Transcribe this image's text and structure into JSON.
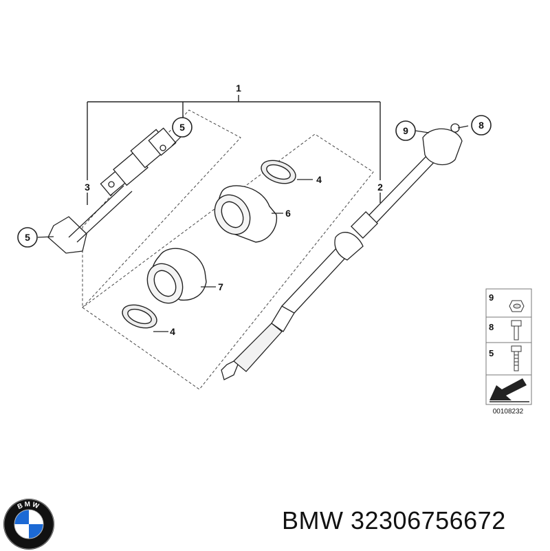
{
  "diagram": {
    "callouts": {
      "top": "1",
      "shaft_lower": "2",
      "shaft_upper": "3",
      "ring_upper": "4",
      "ring_lower": "4",
      "bolt_left": "5",
      "bolt_top": "5",
      "boot_upper": "6",
      "boot_lower": "7",
      "bolt_right": "8",
      "nut_right": "9"
    },
    "legend": {
      "items": [
        {
          "number": "9",
          "part": "nut-icon"
        },
        {
          "number": "8",
          "part": "bolt-icon"
        },
        {
          "number": "5",
          "part": "ribbed-bolt-icon"
        }
      ],
      "arrow": "direction-arrow-icon"
    },
    "reference_number": "00108232"
  },
  "caption": {
    "brand": "BMW",
    "part_number": "32306756672",
    "text": "BMW 32306756672"
  },
  "logo": {
    "name": "bmw-logo-icon",
    "letters": "BMW",
    "colors": {
      "blue": "#1c69d4",
      "ring": "#111111",
      "white": "#ffffff"
    }
  }
}
